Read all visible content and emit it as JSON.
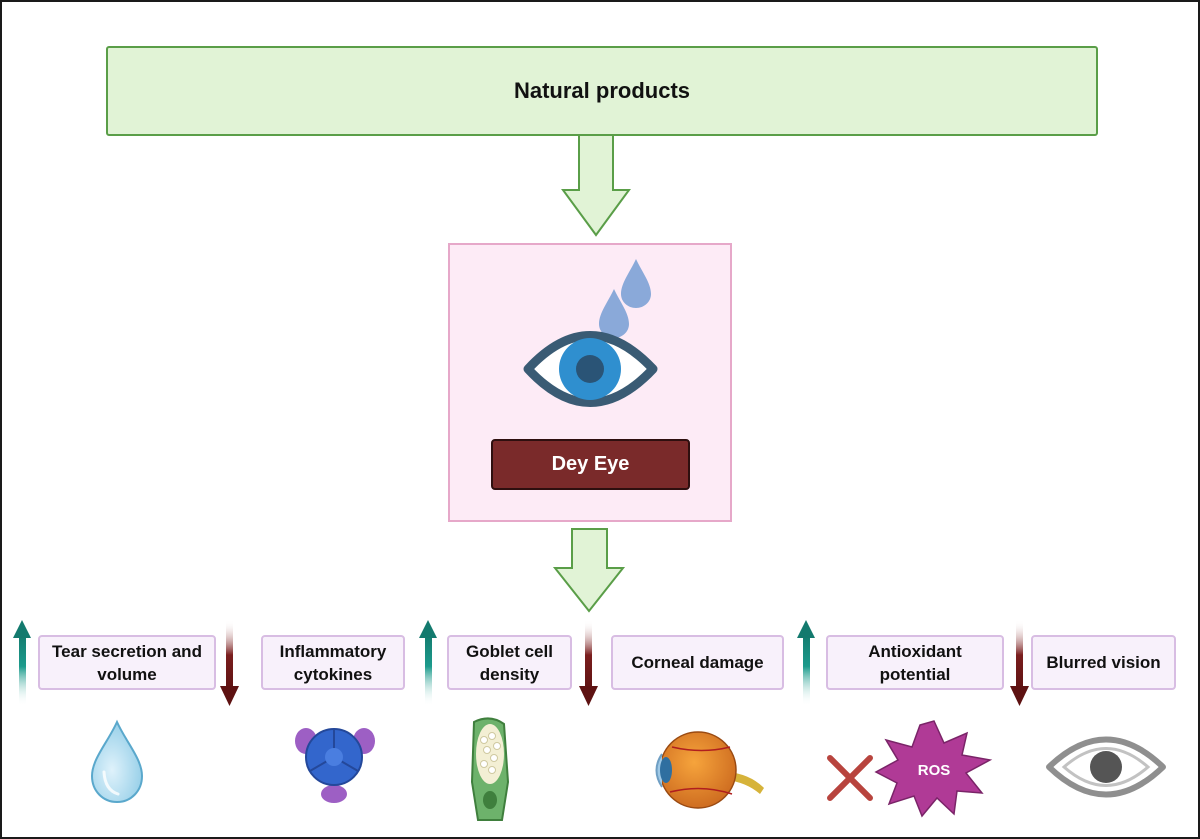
{
  "top": {
    "label": "Natural products"
  },
  "center": {
    "label": "Dey Eye"
  },
  "outcomes": [
    {
      "label": "Tear secretion and volume",
      "direction": "up",
      "icon": "water-drop-icon"
    },
    {
      "label": "Inflammatory cytokines",
      "direction": "down",
      "icon": "cytokine-icon"
    },
    {
      "label": "Goblet cell density",
      "direction": "up",
      "icon": "goblet-cell-icon"
    },
    {
      "label": "Corneal damage",
      "direction": "down",
      "icon": "eyeball-anatomy-icon"
    },
    {
      "label": "Antioxidant potential",
      "direction": "up",
      "icon": "ros-burst-icon",
      "badge": "ROS"
    },
    {
      "label": "Blurred vision",
      "direction": "down",
      "icon": "eye-outline-icon"
    }
  ],
  "colors": {
    "up_arrow": "#1c9b8c",
    "down_arrow": "#7a1e1e",
    "green_fill": "#e1f3d6",
    "green_stroke": "#5a9e48",
    "pink_fill": "#fdebf6",
    "dry_eye_label": "#7a2a2a",
    "ros": "#b03a96"
  }
}
